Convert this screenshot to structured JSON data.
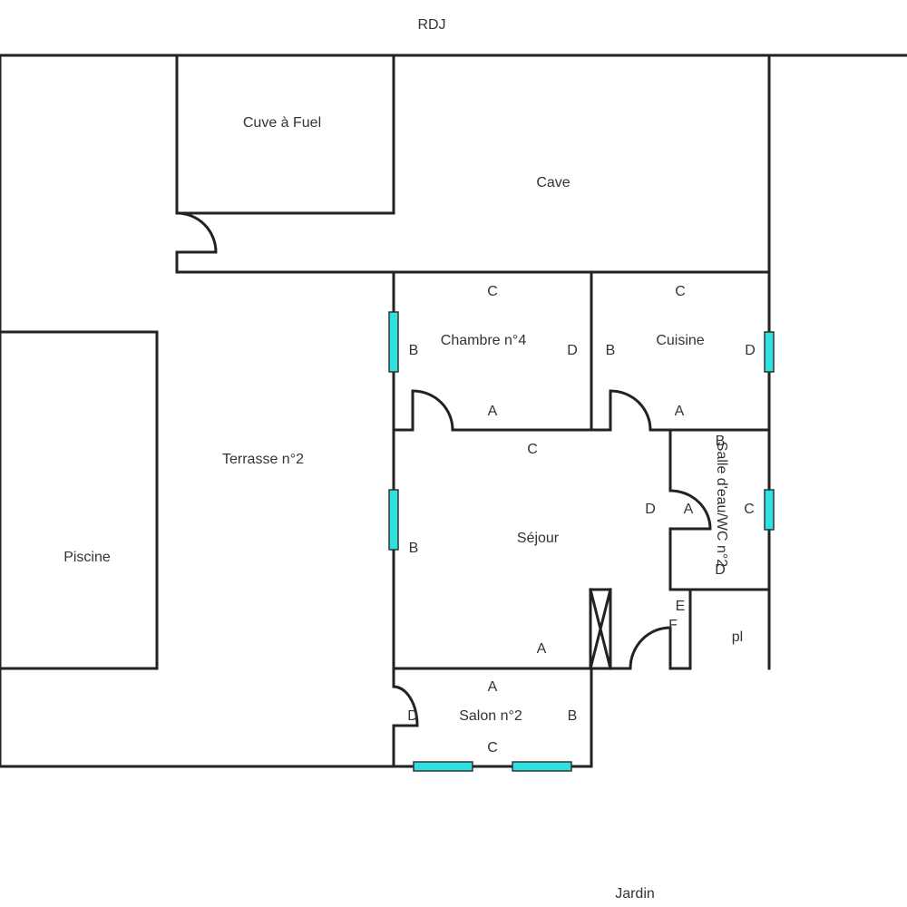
{
  "title": "RDJ",
  "rooms": {
    "cuve": "Cuve à Fuel",
    "cave": "Cave",
    "chambre4": "Chambre n°4",
    "cuisine": "Cuisine",
    "terrasse2": "Terrasse n°2",
    "piscine": "Piscine",
    "sejour": "Séjour",
    "salle_eau": "Salle d'eau/WC n°2",
    "placard": "pl",
    "salon2": "Salon n°2",
    "jardin": "Jardin"
  },
  "wall_labels": {
    "chambre": [
      "A",
      "B",
      "C",
      "D"
    ],
    "cuisine": [
      "A",
      "B",
      "C",
      "D"
    ],
    "sejour": [
      "A",
      "B",
      "C",
      "D",
      "E",
      "F"
    ],
    "salle_eau": [
      "A",
      "B",
      "C",
      "D"
    ],
    "salon": [
      "A",
      "B",
      "C",
      "D"
    ]
  },
  "colors": {
    "window": "#2ee0e0",
    "wall": "#222222"
  }
}
